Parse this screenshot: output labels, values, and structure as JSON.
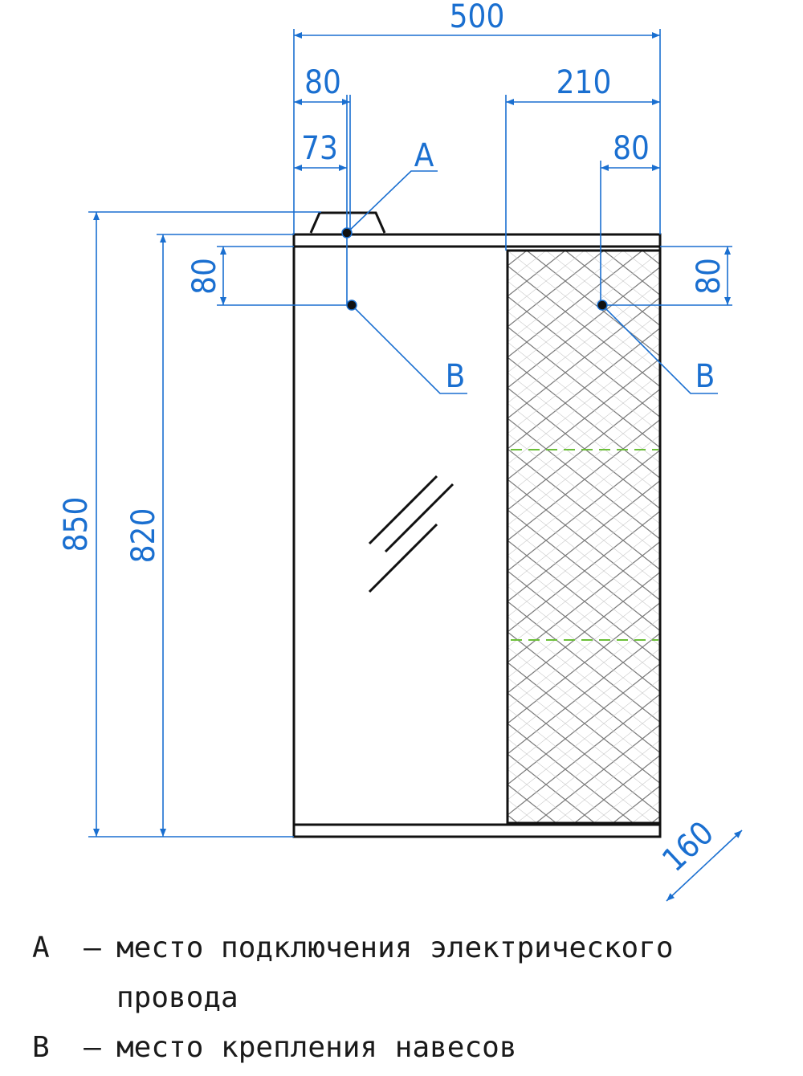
{
  "colors": {
    "dimension": "#1a6fd0",
    "outline": "#111111",
    "shelf": "#6cbf3a",
    "pattern": "#777777"
  },
  "dimensions": {
    "total_width": "500",
    "left_offset_outer": "80",
    "left_offset_inner": "73",
    "right_section_width": "210",
    "right_offset": "80",
    "left_vertical_offset": "80",
    "right_vertical_offset": "80",
    "total_height": "850",
    "body_height": "820",
    "depth": "160"
  },
  "labels": {
    "point_a": "A",
    "point_b_left": "B",
    "point_b_right": "B"
  },
  "legend": {
    "a_key": "A",
    "a_sep": "–",
    "a_text": "место подключения электрического",
    "a_text_cont": "провода",
    "b_key": "B",
    "b_sep": "–",
    "b_text": "место крепления навесов"
  }
}
